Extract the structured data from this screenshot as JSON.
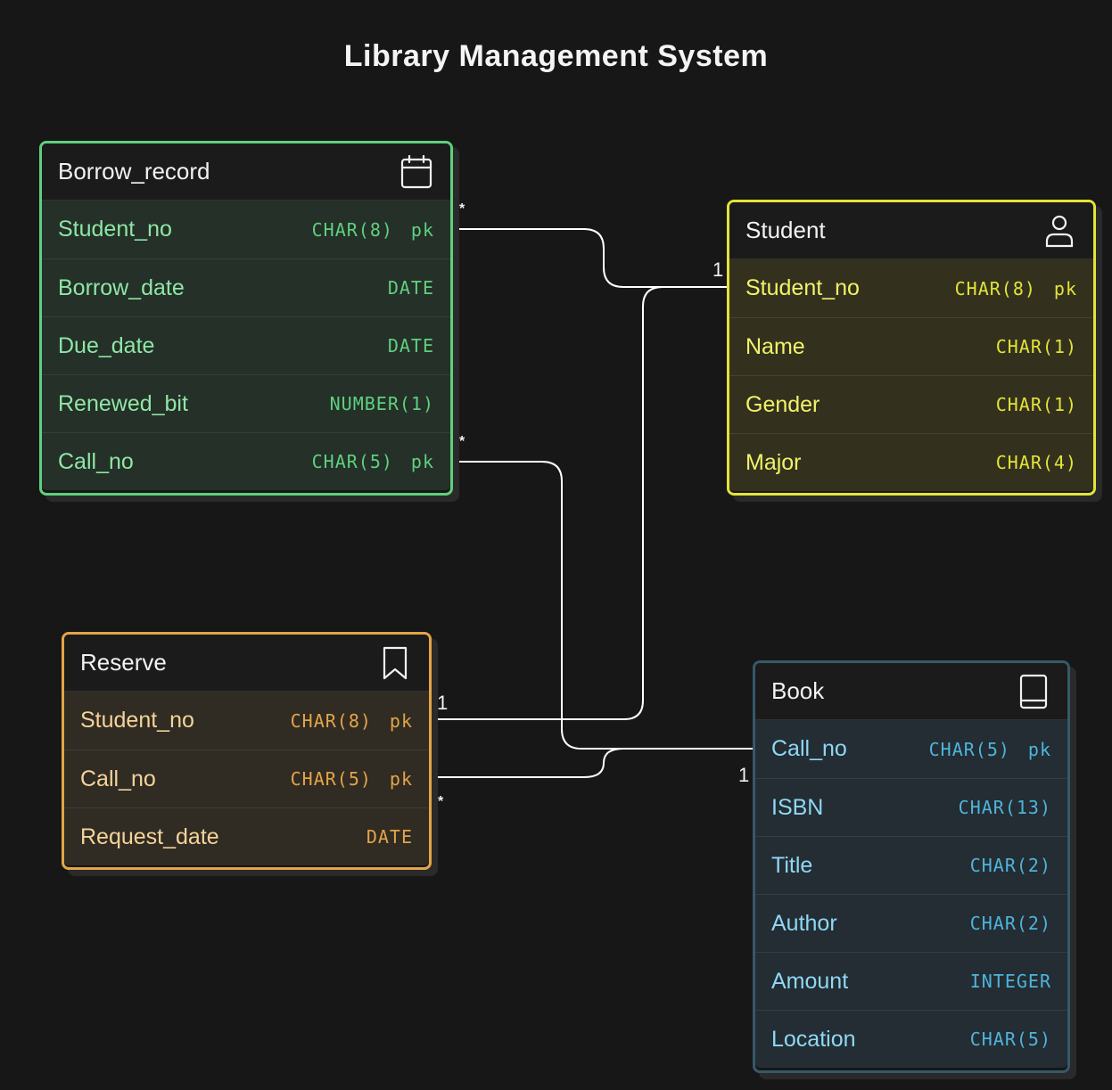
{
  "title": "Library Management System",
  "tables": {
    "borrow_record": {
      "name": "Borrow_record",
      "icon": "calendar-icon",
      "color": "#5fd07e",
      "fields": [
        {
          "name": "Student_no",
          "type": "CHAR(8)",
          "key": "pk"
        },
        {
          "name": "Borrow_date",
          "type": "DATE",
          "key": ""
        },
        {
          "name": "Due_date",
          "type": "DATE",
          "key": ""
        },
        {
          "name": "Renewed_bit",
          "type": "NUMBER(1)",
          "key": ""
        },
        {
          "name": "Call_no",
          "type": "CHAR(5)",
          "key": "pk"
        }
      ]
    },
    "student": {
      "name": "Student",
      "icon": "user-icon",
      "color": "#e3e338",
      "fields": [
        {
          "name": "Student_no",
          "type": "CHAR(8)",
          "key": "pk"
        },
        {
          "name": "Name",
          "type": "CHAR(1)",
          "key": ""
        },
        {
          "name": "Gender",
          "type": "CHAR(1)",
          "key": ""
        },
        {
          "name": "Major",
          "type": "CHAR(4)",
          "key": ""
        }
      ]
    },
    "reserve": {
      "name": "Reserve",
      "icon": "bookmark-icon",
      "color": "#e3a547",
      "fields": [
        {
          "name": "Student_no",
          "type": "CHAR(8)",
          "key": "pk"
        },
        {
          "name": "Call_no",
          "type": "CHAR(5)",
          "key": "pk"
        },
        {
          "name": "Request_date",
          "type": "DATE",
          "key": ""
        }
      ]
    },
    "book": {
      "name": "Book",
      "icon": "book-icon",
      "color": "#36596b",
      "fields": [
        {
          "name": "Call_no",
          "type": "CHAR(5)",
          "key": "pk"
        },
        {
          "name": "ISBN",
          "type": "CHAR(13)",
          "key": ""
        },
        {
          "name": "Title",
          "type": "CHAR(2)",
          "key": ""
        },
        {
          "name": "Author",
          "type": "CHAR(2)",
          "key": ""
        },
        {
          "name": "Amount",
          "type": "INTEGER",
          "key": ""
        },
        {
          "name": "Location",
          "type": "CHAR(5)",
          "key": ""
        }
      ]
    }
  },
  "cardinality": {
    "many": "*",
    "one": "1",
    "one_one": "1 1"
  }
}
